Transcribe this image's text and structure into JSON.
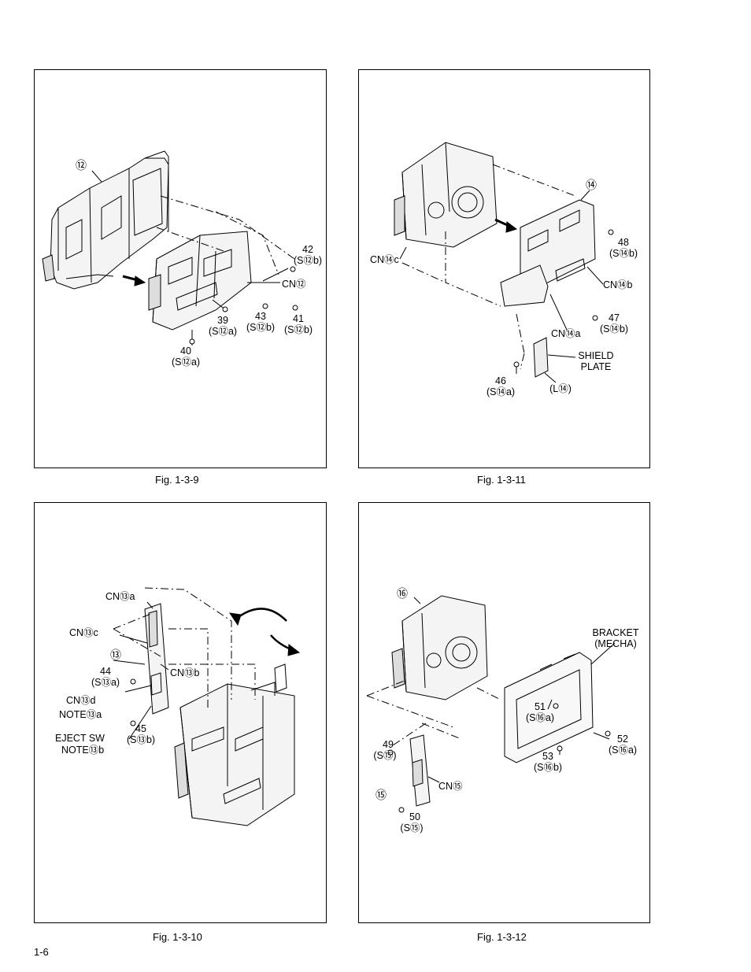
{
  "page_number": "1-6",
  "figures": [
    {
      "caption": "Fig. 1-3-9",
      "labels": {
        "part": "⑫",
        "l42": "42",
        "l42s": "(S⑫b)",
        "cn": "CN⑫",
        "l39": "39",
        "l39s": "(S⑫a)",
        "l43": "43",
        "l43s": "(S⑫b)",
        "l41": "41",
        "l41s": "(S⑫b)",
        "l40": "40",
        "l40s": "(S⑫a)"
      }
    },
    {
      "caption": "Fig. 1-3-11",
      "labels": {
        "part": "⑭",
        "l48": "48",
        "l48s": "(S⑭b)",
        "cnc": "CN⑭c",
        "cnb": "CN⑭b",
        "l47": "47",
        "l47s": "(S⑭b)",
        "cna": "CN⑭a",
        "shield1": "SHIELD",
        "shield2": "PLATE",
        "l46": "46",
        "l46s": "(S⑭a)",
        "lock": "(L⑭)"
      }
    },
    {
      "caption": "Fig. 1-3-10",
      "labels": {
        "cna": "CN⑬a",
        "cnc": "CN⑬c",
        "part": "⑬",
        "l44": "44",
        "l44s": "(S⑬a)",
        "cnb": "CN⑬b",
        "cnd": "CN⑬d",
        "notea": "NOTE⑬a",
        "l45": "45",
        "l45s": "(S⑬b)",
        "eject": "EJECT SW",
        "noteb": "NOTE⑬b"
      }
    },
    {
      "caption": "Fig. 1-3-12",
      "labels": {
        "part16": "⑯",
        "bracket1": "BRACKET",
        "bracket2": "(MECHA)",
        "l51": "51",
        "l51s": "(S⑯a)",
        "l52": "52",
        "l52s": "(S⑯a)",
        "l49": "49",
        "l49s": "(S⑮)",
        "l53": "53",
        "l53s": "(S⑯b)",
        "cn15": "CN⑮",
        "part15": "⑮",
        "l50": "50",
        "l50s": "(S⑮)"
      }
    }
  ]
}
